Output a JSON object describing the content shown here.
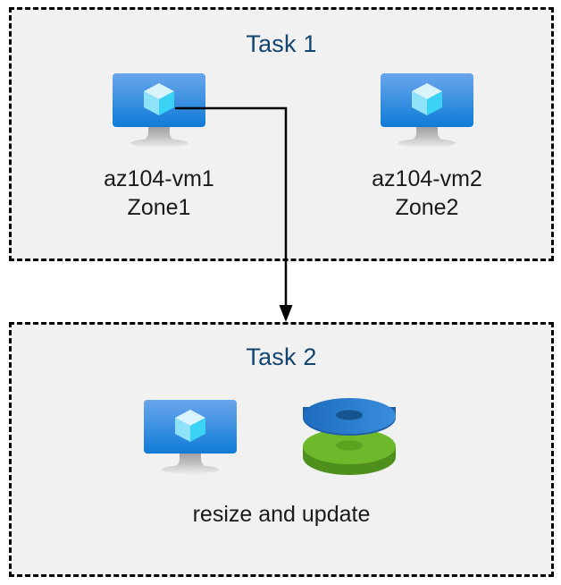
{
  "diagram": {
    "background_color": "#ffffff",
    "box_fill_color": "#f1f1f1",
    "box_border_color": "#000000",
    "title_color": "#13456e",
    "label_color": "#1a1a1a",
    "connector_color": "#000000"
  },
  "task1": {
    "title": "Task 1",
    "nodes": [
      {
        "icon": "azure-virtual-machine-icon",
        "name": "az104-vm1",
        "zone": "Zone1"
      },
      {
        "icon": "azure-virtual-machine-icon",
        "name": "az104-vm2",
        "zone": "Zone2"
      }
    ]
  },
  "task2": {
    "title": "Task 2",
    "icons": [
      {
        "icon": "azure-virtual-machine-icon"
      },
      {
        "icon": "azure-disks-icon"
      }
    ],
    "caption": "resize and update"
  },
  "connector": {
    "from": "az104-vm1",
    "to": "task2-box",
    "arrowhead": "down-arrow"
  },
  "icon_colors": {
    "monitor_screen_top": "#6aa6ec",
    "monitor_screen_bottom": "#0f7bd6",
    "monitor_stand": "#b5b5b5",
    "cube_light": "#d9f4fd",
    "cube_mid": "#8fe3f8",
    "cube_bright": "#3ad2f5",
    "disk_blue": "#2a7fd4",
    "disk_blue_dark": "#1f5fa8",
    "disk_green": "#6eb92b",
    "disk_green_dark": "#4f8f1c"
  }
}
